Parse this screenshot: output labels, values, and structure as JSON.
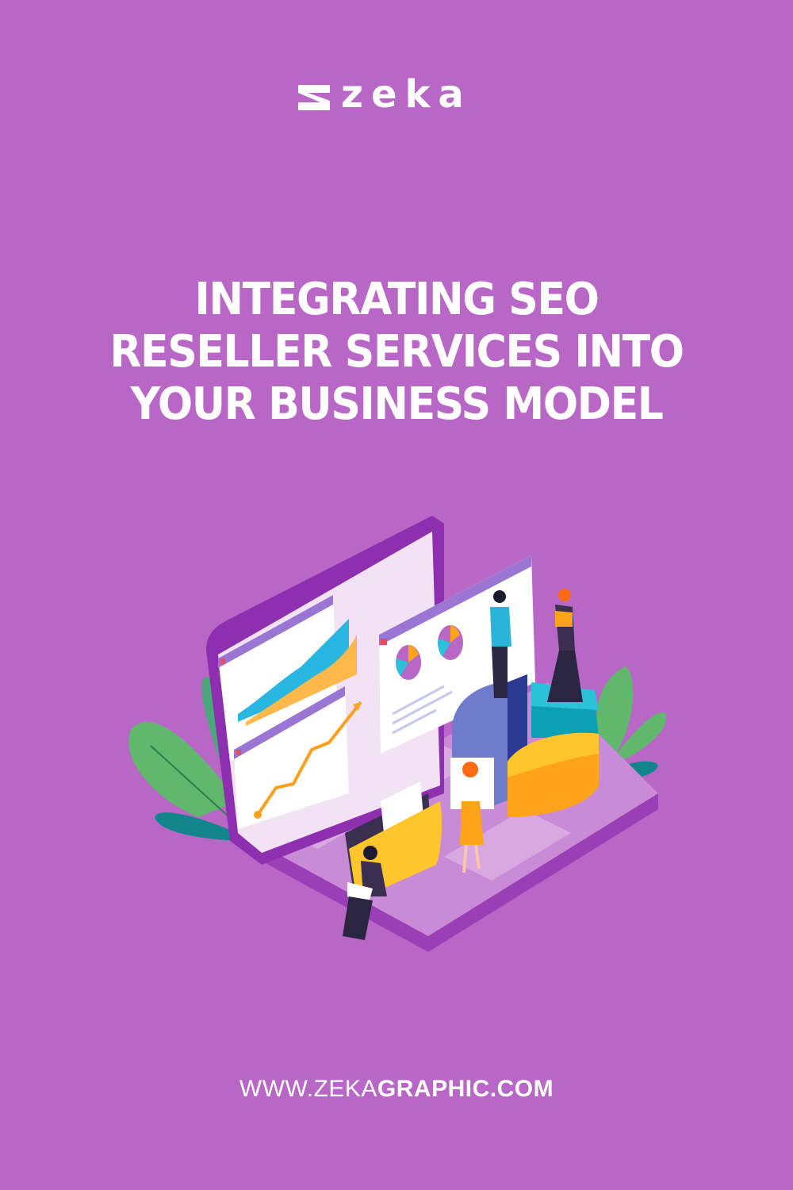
{
  "brand": {
    "logo_text": "zeka",
    "logo_icon": "zeka-z-mark-icon"
  },
  "headline": {
    "lines": [
      "INTEGRATING SEO",
      "RESELLER SERVICES INTO",
      "YOUR BUSINESS MODEL"
    ]
  },
  "illustration": {
    "description": "isometric laptop with analytics windows, pie charts, line charts, people collaborating, folder, and green plants",
    "window_controls": [
      "close-icon",
      "maximize-icon",
      "minimize-icon"
    ]
  },
  "footer": {
    "url_light": "WWW.ZEKA",
    "url_bold": "GRAPHIC.COM"
  },
  "colors": {
    "background": "#b867c6",
    "text": "#ffffff",
    "laptop": "#8e2fb0",
    "screen": "#f1e2f4",
    "window_bar": "#9a76d2",
    "cyan": "#29c2d8",
    "orange": "#ffa31a",
    "yellow": "#fec52c",
    "navy": "#2d3a94",
    "periwinkle": "#6f7bcc",
    "leaf_green": "#5fb86b",
    "leaf_teal": "#12858a"
  }
}
